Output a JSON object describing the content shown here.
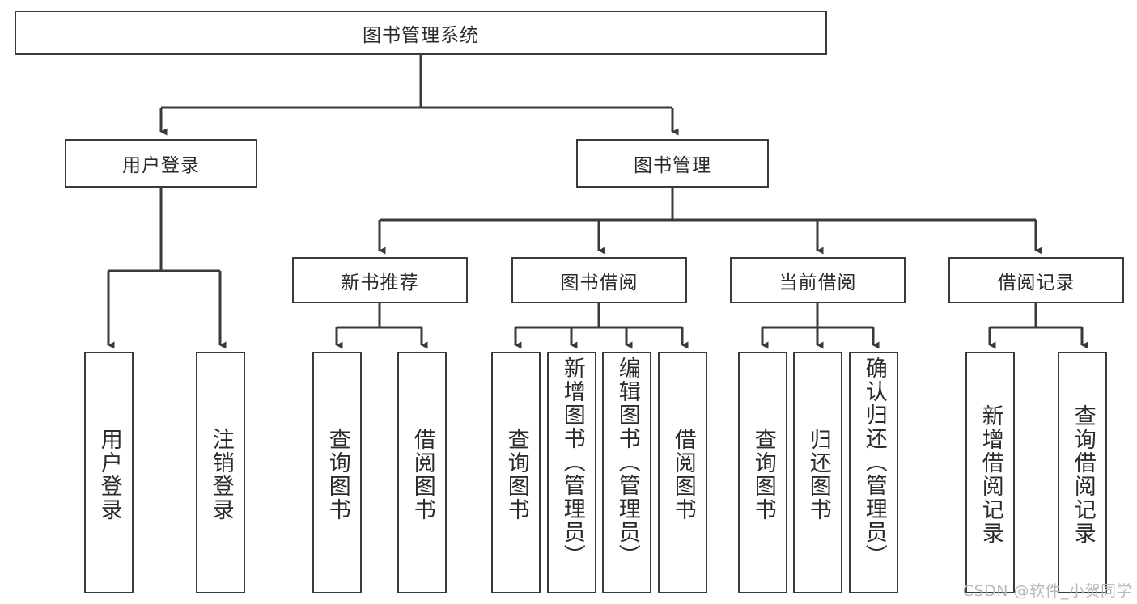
{
  "diagram": {
    "title": "图书管理系统",
    "type": "tree-hierarchy",
    "background_color": "#ffffff",
    "line_color": "#3a3a3a",
    "text_color": "#2b2b2b",
    "levels": {
      "root": {
        "label": "图书管理系统"
      },
      "level2": [
        {
          "label": "用户登录"
        },
        {
          "label": "图书管理"
        }
      ],
      "level3": [
        {
          "label": "新书推荐"
        },
        {
          "label": "图书借阅"
        },
        {
          "label": "当前借阅"
        },
        {
          "label": "借阅记录"
        }
      ],
      "leaves": {
        "user_login": [
          {
            "label": "用户登录"
          },
          {
            "label": "注销登录"
          }
        ],
        "new_book_recommend": [
          {
            "label": "查询图书"
          },
          {
            "label": "借阅图书"
          }
        ],
        "book_borrow": [
          {
            "label": "查询图书"
          },
          {
            "label": "新增图书（管理员）"
          },
          {
            "label": "编辑图书（管理员）"
          },
          {
            "label": "借阅图书"
          }
        ],
        "current_borrow": [
          {
            "label": "查询图书"
          },
          {
            "label": "归还图书"
          },
          {
            "label": "确认归还（管理员）"
          }
        ],
        "borrow_record": [
          {
            "label": "新增借阅记录"
          },
          {
            "label": "查询借阅记录"
          }
        ]
      }
    }
  },
  "watermark": {
    "text": "CSDN @软件_小贺同学"
  }
}
